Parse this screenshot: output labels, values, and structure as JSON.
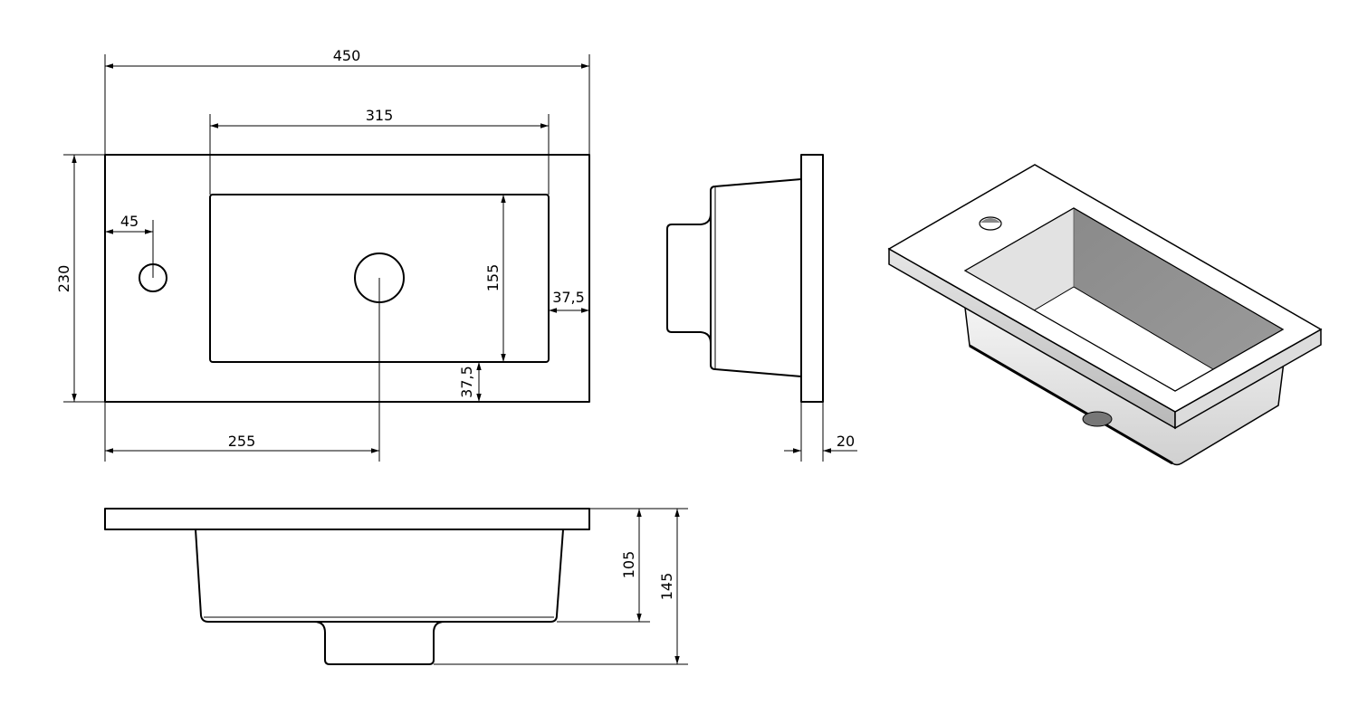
{
  "dimensions": {
    "overall_width": "450",
    "bowl_width": "315",
    "tap_hole_offset": "45",
    "overall_depth": "230",
    "bowl_depth": "155",
    "side_margin": "37,5",
    "front_margin": "37,5",
    "drain_offset": "255",
    "rim_thickness": "20",
    "bowl_height": "105",
    "overall_height": "145"
  }
}
